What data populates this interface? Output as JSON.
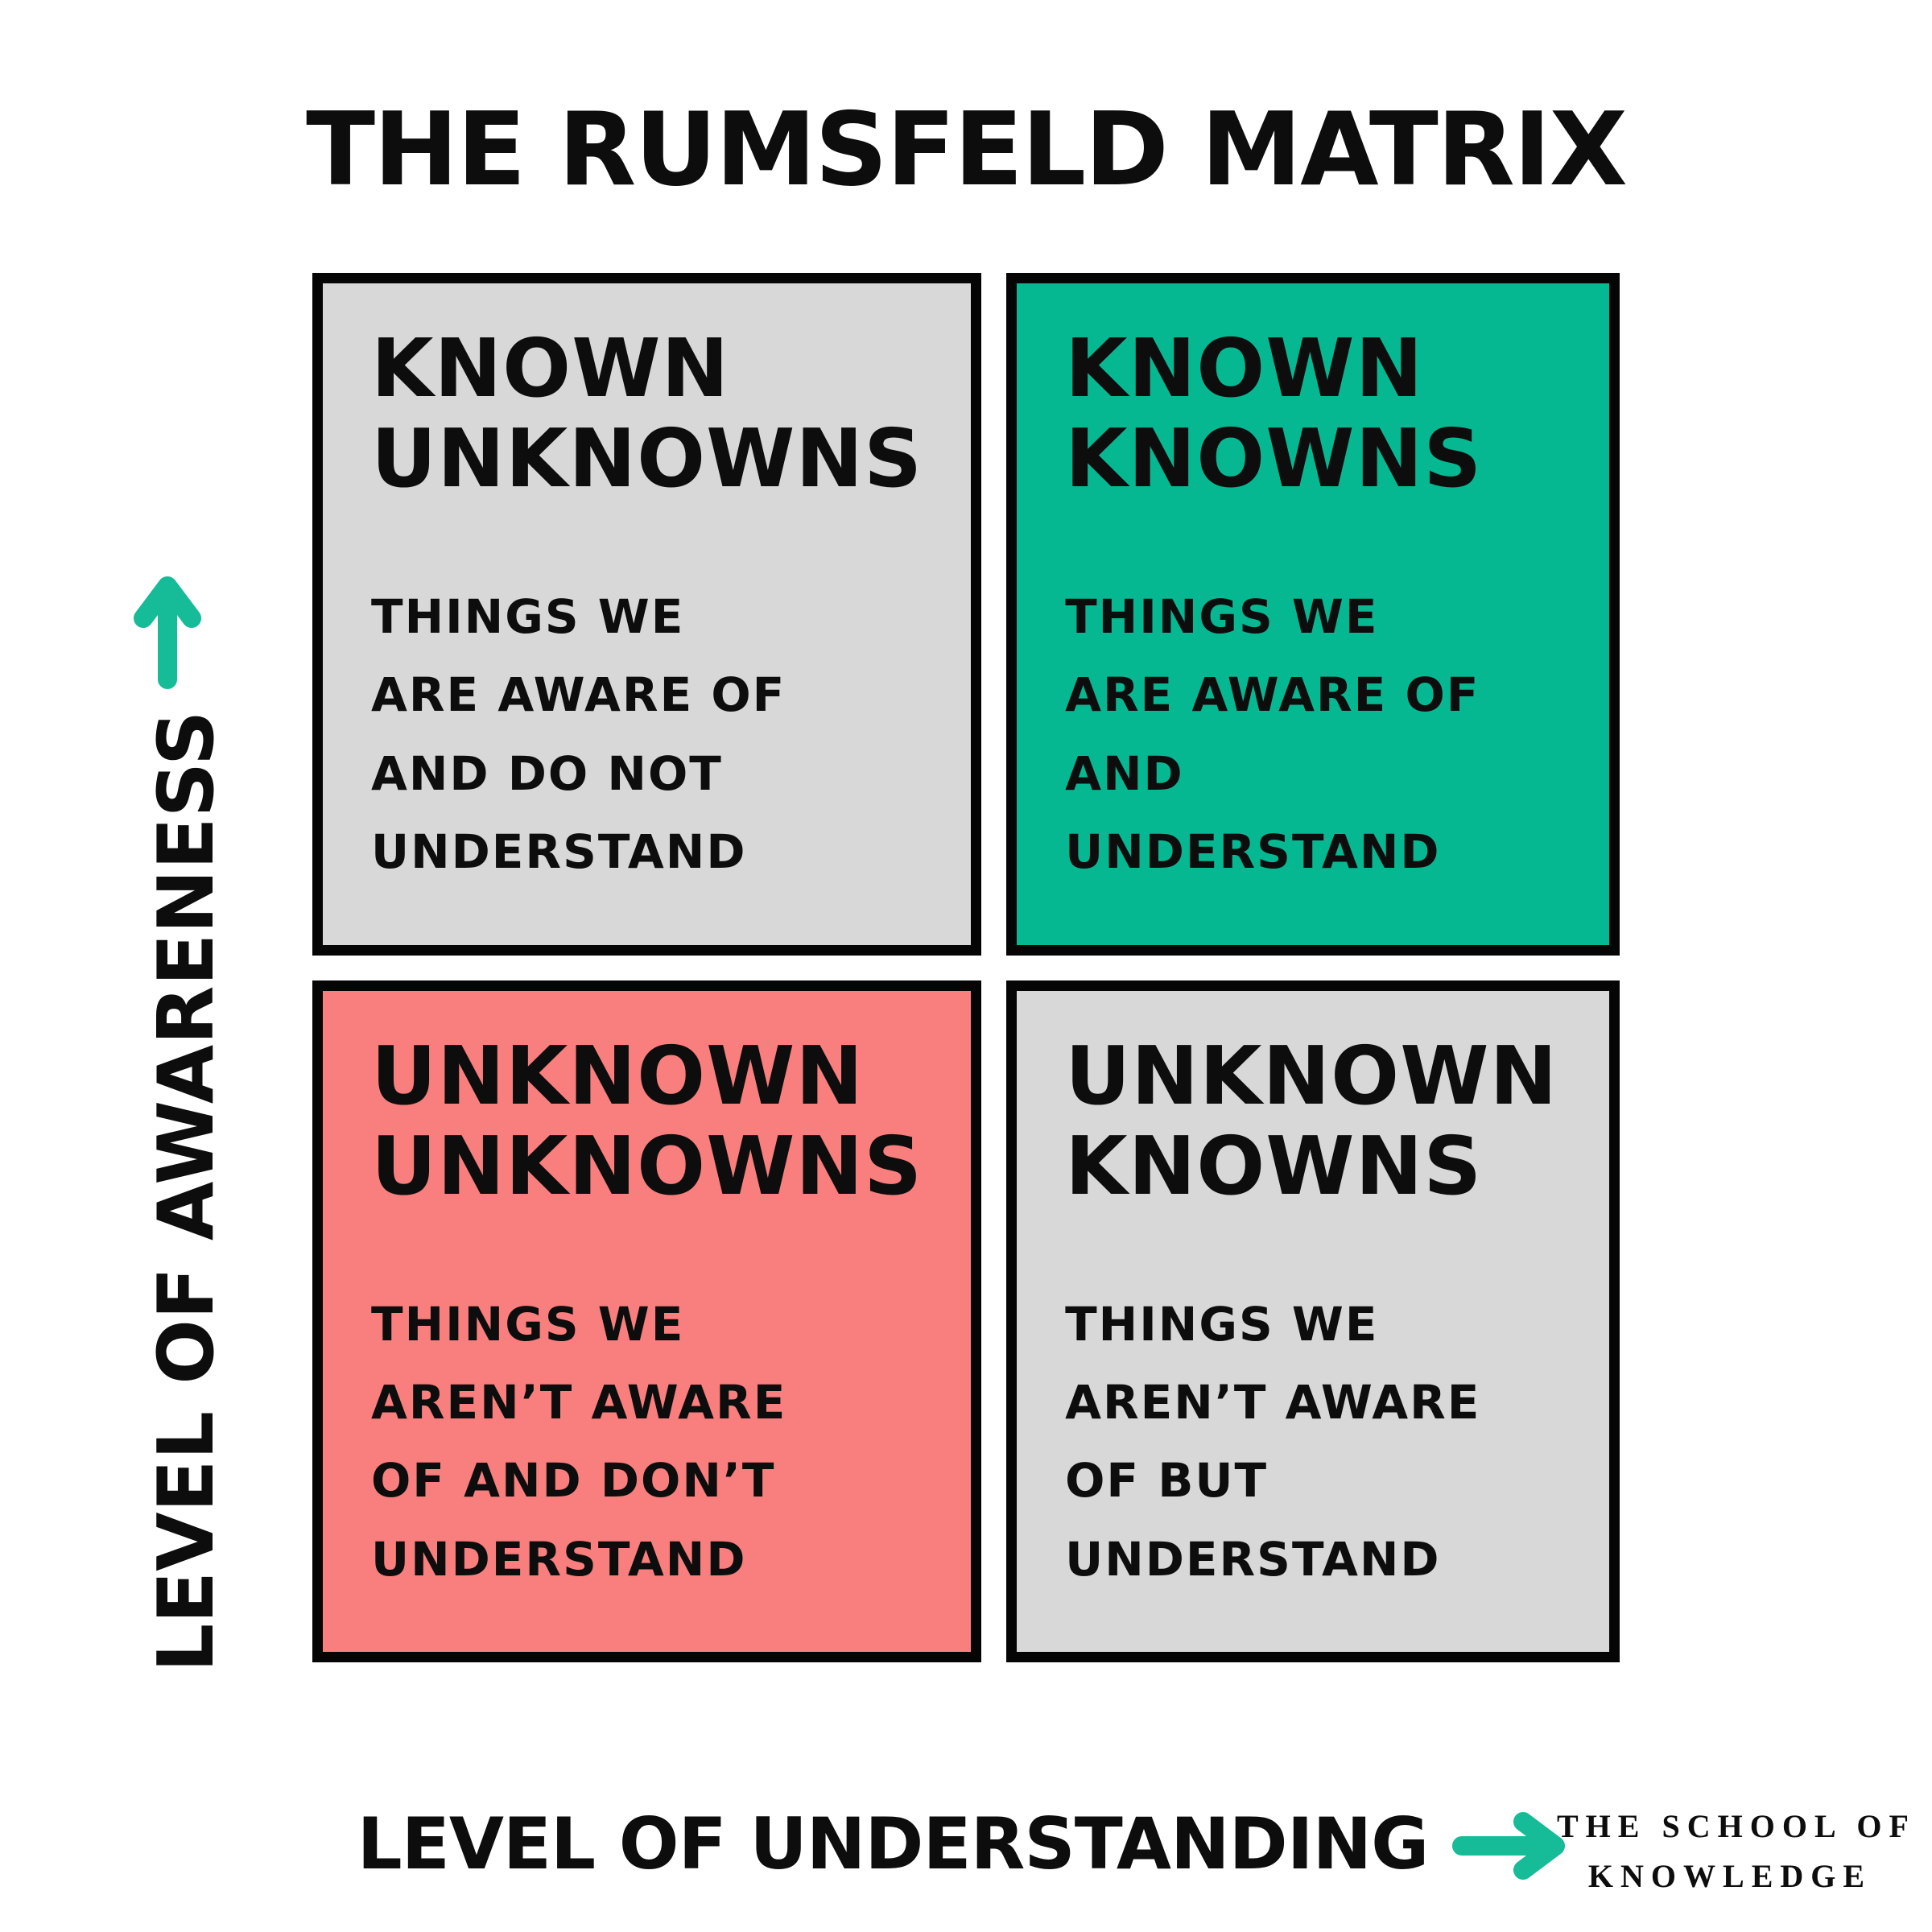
{
  "title": "THE RUMSFELD MATRIX",
  "colors": {
    "quadrant_green": "#06b892",
    "quadrant_salmon": "#f97e7e",
    "quadrant_gray": "#d8d8d8",
    "arrow_green": "#16bc97",
    "border_black": "#050505",
    "text_black": "#0d0d0d"
  },
  "quadrants": [
    {
      "id": "known-unknowns",
      "title": "KNOWN\nUNKNOWNS",
      "body": "THINGS WE\nARE AWARE OF\nAND DO NOT\nUNDERSTAND"
    },
    {
      "id": "known-knowns",
      "title": "KNOWN\nKNOWNS",
      "body": "THINGS WE\nARE AWARE OF\nAND\nUNDERSTAND"
    },
    {
      "id": "unknown-unknowns",
      "title": "UNKNOWN\nUNKNOWNS",
      "body": "THINGS WE\nAREN’T AWARE\nOF AND DON’T\nUNDERSTAND"
    },
    {
      "id": "unknown-knowns",
      "title": "UNKNOWN\nKNOWNS",
      "body": "THINGS WE\nAREN’T AWARE\nOF BUT\nUNDERSTAND"
    }
  ],
  "axes": {
    "y": "LEVEL OF AWARENESS",
    "x": "LEVEL OF UNDERSTANDING"
  },
  "footer": {
    "line1": "THE SCHOOL OF",
    "line2": "KNOWLEDGE"
  }
}
